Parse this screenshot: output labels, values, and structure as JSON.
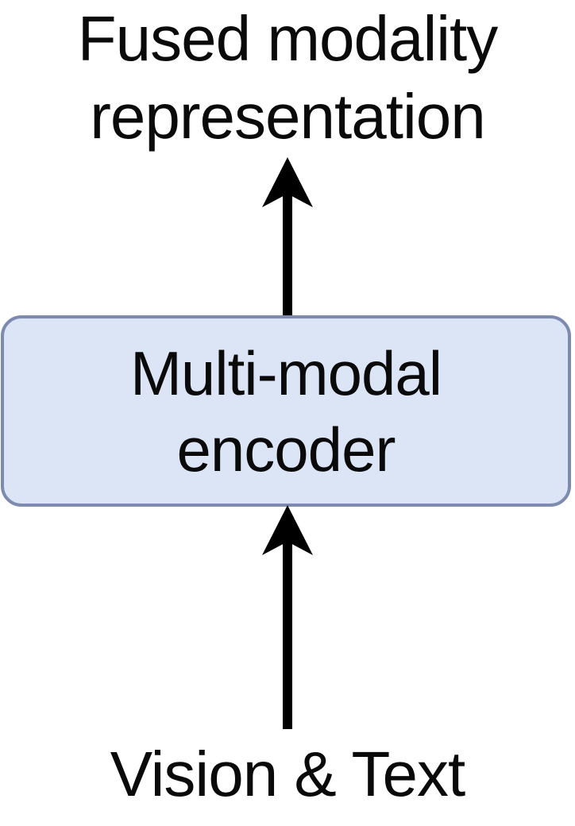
{
  "diagram": {
    "title": {
      "line1": "Fused modality",
      "line2": "representation"
    },
    "node": {
      "line1": "Multi-modal",
      "line2": "encoder"
    },
    "input_label": "Vision & Text",
    "icons": {
      "top_arrow": "arrow-up-icon",
      "bottom_arrow": "arrow-up-icon"
    },
    "colors": {
      "background": "#ffffff",
      "text": "#0a0a0a",
      "arrow": "#000000",
      "node_fill": "#dce5f6",
      "node_border": "#7e8bb0"
    }
  }
}
